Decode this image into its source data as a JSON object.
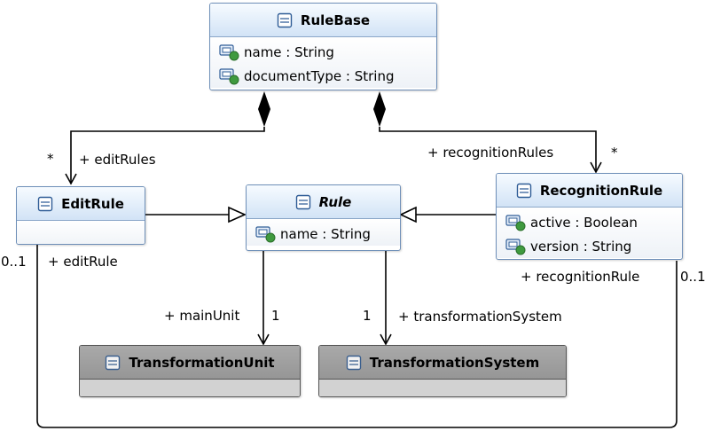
{
  "classes": {
    "rulebase": {
      "name": "RuleBase",
      "attributes": [
        "name : String",
        "documentType : String"
      ]
    },
    "editrule": {
      "name": "EditRule"
    },
    "rule": {
      "name": "Rule",
      "attributes": [
        "name : String"
      ]
    },
    "recognitionrule": {
      "name": "RecognitionRule",
      "attributes": [
        "active : Boolean",
        "version : String"
      ]
    },
    "transformationunit": {
      "name": "TransformationUnit"
    },
    "transformationsystem": {
      "name": "TransformationSystem"
    }
  },
  "labels": {
    "edit_rules_mult": "*",
    "edit_rules_role": "+ editRules",
    "recognition_rules_role": "+ recognitionRules",
    "recognition_rules_mult": "*",
    "edit_rule_mult": "0..1",
    "edit_rule_role": "+ editRule",
    "recognition_rule_role": "+ recognitionRule",
    "recognition_rule_mult": "0..1",
    "main_unit_role": "+ mainUnit",
    "main_unit_mult": "1",
    "transformation_system_mult": "1",
    "transformation_system_role": "+ transformationSystem"
  },
  "colors": {
    "class_border": "#6e8fb8",
    "class_header": "#d2e3f6",
    "external_class_header": "#a9a9a9",
    "attribute_icon_dot": "#3f9a3f"
  },
  "icons": {
    "class": "class-icon",
    "attribute": "attribute-icon"
  }
}
